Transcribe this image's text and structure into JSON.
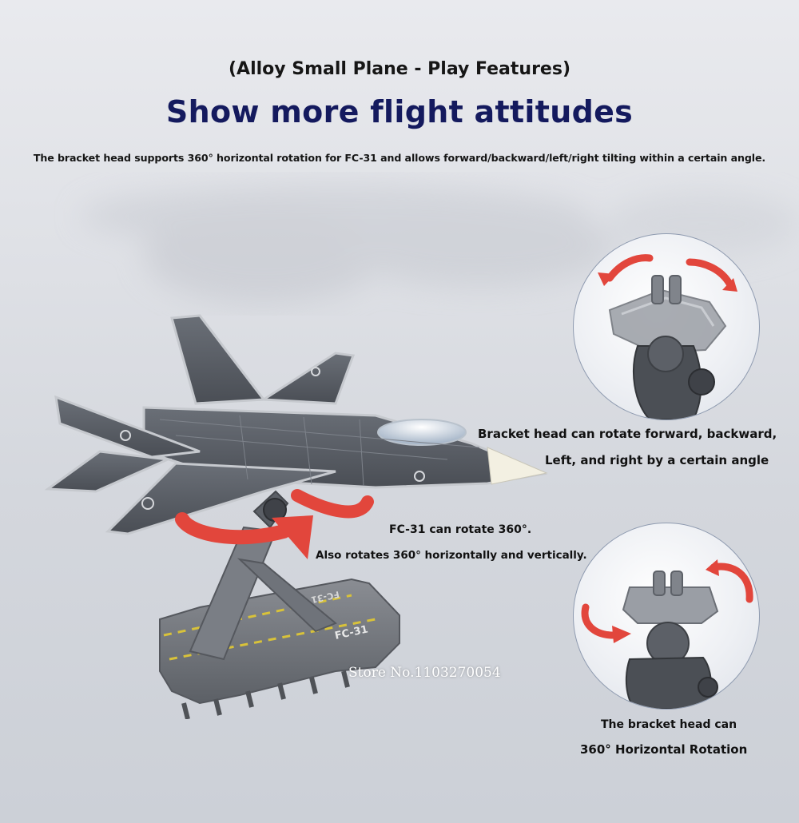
{
  "header": {
    "subtitle": "(Alloy Small Plane - Play Features)",
    "headline": "Show more flight attitudes",
    "description": "The bracket head supports 360° horizontal rotation for FC-31 and allows forward/backward/left/right tilting within a certain angle."
  },
  "callouts": {
    "tilt_line1": "Bracket head can rotate forward, backward,",
    "tilt_line2": "Left, and right by a certain angle",
    "rotate_line1": "FC-31 can rotate 360°.",
    "rotate_line2": "Also rotates 360° horizontally and vertically.",
    "horizontal_line1": "The bracket head can",
    "horizontal_line2": "360° Horizontal Rotation"
  },
  "model": {
    "name": "FC-31",
    "base_label": "FC-31"
  },
  "watermark": "Store No.1103270054",
  "colors": {
    "headline": "#141a5e",
    "arrow": "#e2463c",
    "plane": "#5b6068",
    "stand": "#7a7e85",
    "circle_border": "#8f9bb0"
  },
  "icons": [
    "rotate-arrow-icon",
    "tilt-arrow-icon"
  ]
}
